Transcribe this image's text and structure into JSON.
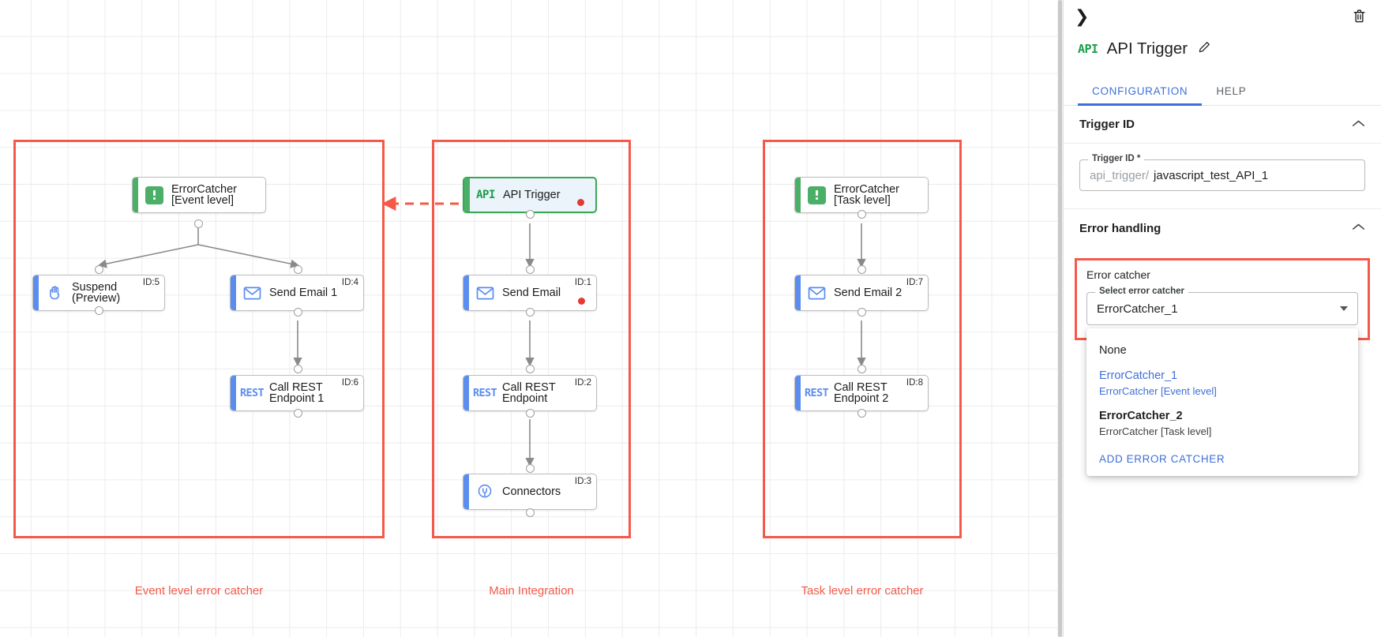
{
  "canvas": {
    "groups": [
      {
        "id": "event-level",
        "label": "Event level error catcher"
      },
      {
        "id": "main-integration",
        "label": "Main Integration"
      },
      {
        "id": "task-level",
        "label": "Task level error catcher"
      }
    ],
    "nodes": [
      {
        "key": "errorcatcher_event",
        "label": "ErrorCatcher\n[Event level]",
        "icon": "errorcatcher-icon",
        "id_badge": "",
        "accent": "green",
        "selected": false,
        "dot": false
      },
      {
        "key": "suspend",
        "label": "Suspend\n(Preview)",
        "icon": "hand-icon",
        "id_badge": "ID:5",
        "accent": "blue",
        "selected": false,
        "dot": false
      },
      {
        "key": "send_email_1",
        "label": "Send Email 1",
        "icon": "envelope-icon",
        "id_badge": "ID:4",
        "accent": "blue",
        "selected": false,
        "dot": false
      },
      {
        "key": "call_rest_1",
        "label": "Call REST\nEndpoint 1",
        "icon": "rest-icon",
        "id_badge": "ID:6",
        "accent": "blue",
        "selected": false,
        "dot": false
      },
      {
        "key": "api_trigger",
        "label": "API Trigger",
        "icon": "api-icon",
        "id_badge": "",
        "accent": "green",
        "selected": true,
        "dot": true
      },
      {
        "key": "send_email",
        "label": "Send Email",
        "icon": "envelope-icon",
        "id_badge": "ID:1",
        "accent": "blue",
        "selected": false,
        "dot": true
      },
      {
        "key": "call_rest",
        "label": "Call REST\nEndpoint",
        "icon": "rest-icon",
        "id_badge": "ID:2",
        "accent": "blue",
        "selected": false,
        "dot": false
      },
      {
        "key": "connectors",
        "label": "Connectors",
        "icon": "connector-icon",
        "id_badge": "ID:3",
        "accent": "blue",
        "selected": false,
        "dot": false
      },
      {
        "key": "errorcatcher_task",
        "label": "ErrorCatcher\n[Task level]",
        "icon": "errorcatcher-icon",
        "id_badge": "",
        "accent": "green",
        "selected": false,
        "dot": false
      },
      {
        "key": "send_email_2",
        "label": "Send Email 2",
        "icon": "envelope-icon",
        "id_badge": "ID:7",
        "accent": "blue",
        "selected": false,
        "dot": false
      },
      {
        "key": "call_rest_2",
        "label": "Call REST\nEndpoint 2",
        "icon": "rest-icon",
        "id_badge": "ID:8",
        "accent": "blue",
        "selected": false,
        "dot": false
      }
    ]
  },
  "panel": {
    "collapse_icon": "chevron-right-icon",
    "delete_icon": "trash-icon",
    "badge": "API",
    "title": "API Trigger",
    "edit_icon": "pencil-icon",
    "tabs": [
      {
        "label": "CONFIGURATION",
        "active": true
      },
      {
        "label": "HELP",
        "active": false
      }
    ],
    "trigger_id_section": {
      "title": "Trigger ID",
      "field_legend": "Trigger ID *",
      "prefix": "api_trigger/",
      "value": "javascript_test_API_1"
    },
    "error_handling_section": {
      "title": "Error handling",
      "error_catcher_label": "Error catcher",
      "select_legend": "Select error catcher",
      "selected_value": "ErrorCatcher_1",
      "options": [
        {
          "line1": "None",
          "line2": "",
          "selected": false,
          "bold": false
        },
        {
          "line1": "ErrorCatcher_1",
          "line2": "ErrorCatcher [Event level]",
          "selected": true,
          "bold": false
        },
        {
          "line1": "ErrorCatcher_2",
          "line2": "ErrorCatcher [Task level]",
          "selected": false,
          "bold": true
        }
      ],
      "add_label": "ADD ERROR CATCHER"
    }
  },
  "colors": {
    "accent_blue": "#3f6fd8",
    "group_red": "#f4594a",
    "node_blue": "#5b8def",
    "node_green": "#4caf68",
    "status_red": "#e53935"
  }
}
